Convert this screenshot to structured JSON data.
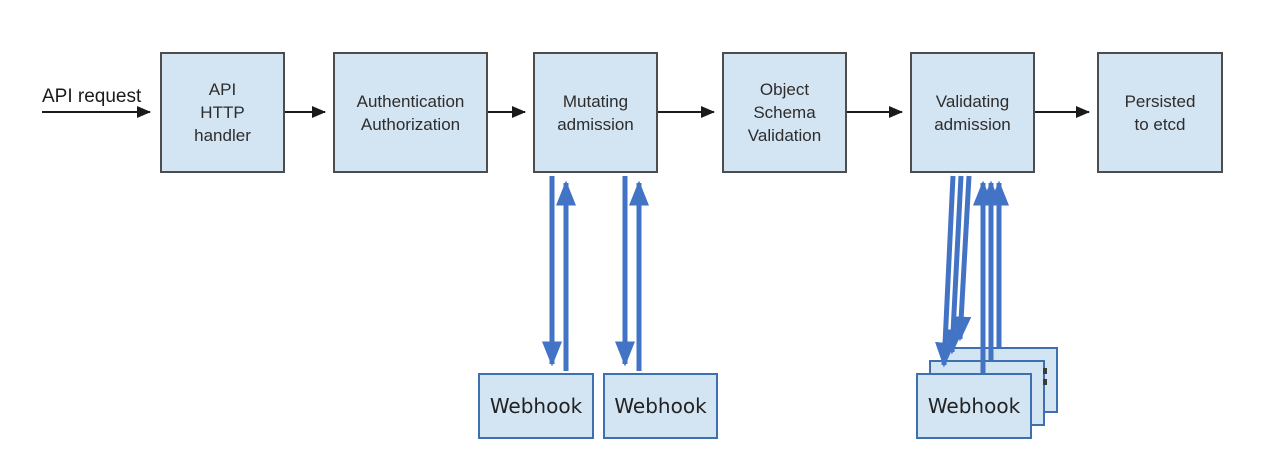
{
  "diagram": {
    "input_label": "API request",
    "nodes": [
      {
        "id": "api-http-handler",
        "label": "API\nHTTP\nhandler"
      },
      {
        "id": "authentication-authorization",
        "label": "Authentication\nAuthorization"
      },
      {
        "id": "mutating-admission",
        "label": "Mutating\nadmission"
      },
      {
        "id": "object-schema-validation",
        "label": "Object\nSchema\nValidation"
      },
      {
        "id": "validating-admission",
        "label": "Validating\nadmission"
      },
      {
        "id": "persisted-to-etcd",
        "label": "Persisted\nto etcd"
      }
    ],
    "webhook_label": "Webhook",
    "mutating_webhook_count": 2,
    "validating_webhook_stack_count": 3,
    "colors": {
      "node_fill": "#d3e4f2",
      "node_border": "#4d4d4d",
      "webhook_border": "#3e6fae",
      "arrow_black": "#1a1a1a",
      "arrow_blue": "#4273c4",
      "background": "#ffffff",
      "text": "#2d2d2d"
    }
  }
}
